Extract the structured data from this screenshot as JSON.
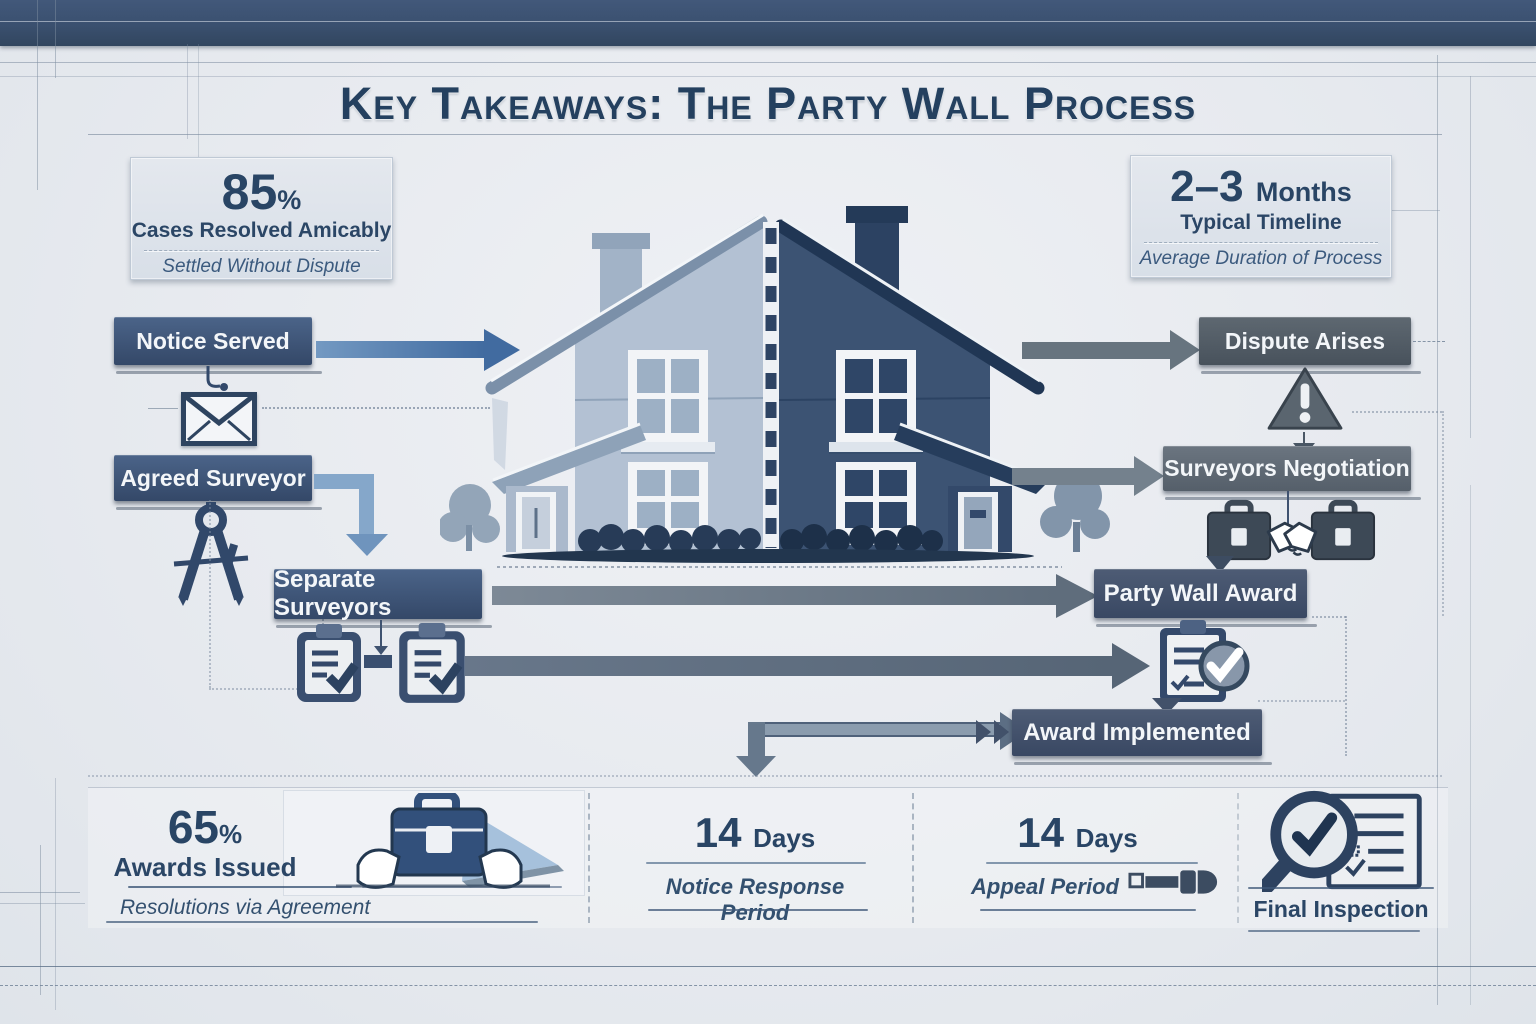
{
  "header": {
    "title": "Key Takeaways: The Party Wall Process"
  },
  "stats": {
    "left": {
      "value": "85",
      "unit": "%",
      "label": "Cases Resolved Amicably",
      "sub": "Settled Without Dispute"
    },
    "right": {
      "value": "2–3",
      "unit": "Months",
      "label": "Typical Timeline",
      "sub": "Average Duration of Process"
    }
  },
  "flow": {
    "notice_served": "Notice Served",
    "agreed_surveyor": "Agreed Surveyor",
    "separate_surveyors": "Separate Surveyors",
    "dispute_arises": "Dispute Arises",
    "surveyors_negotiation": "Surveyors Negotiation",
    "party_wall_award": "Party Wall Award",
    "award_implemented": "Award Implemented"
  },
  "bottom": {
    "awards": {
      "value": "65",
      "unit": "%",
      "label": "Awards Issued",
      "sub": "Resolutions via Agreement"
    },
    "notice_period": {
      "value": "14",
      "unit": "Days",
      "label": "Notice Response Period"
    },
    "appeal_period": {
      "value": "14",
      "unit": "Days",
      "label": "Appeal Period"
    },
    "final_inspection": {
      "label": "Final Inspection"
    }
  },
  "icons": [
    "envelope-icon",
    "drafting-compass-icon",
    "clipboard-icon",
    "warning-triangle-icon",
    "briefcase-handshake-icon",
    "clipboard-check-icon",
    "briefcase-hands-icon",
    "stamp-icon",
    "magnifier-checklist-icon",
    "split-house-illustration"
  ],
  "colors": {
    "top_bar": "#3a506f",
    "title_text": "#24405f",
    "box_navy": "#3b4f6e",
    "box_grey": "#555f6a",
    "accent_blue": "#4a76ab",
    "arrow_grey": "#5f6d7c",
    "paper": "#e7eaef",
    "house_light": "#b3c1d3",
    "house_dark": "#3c5373"
  }
}
